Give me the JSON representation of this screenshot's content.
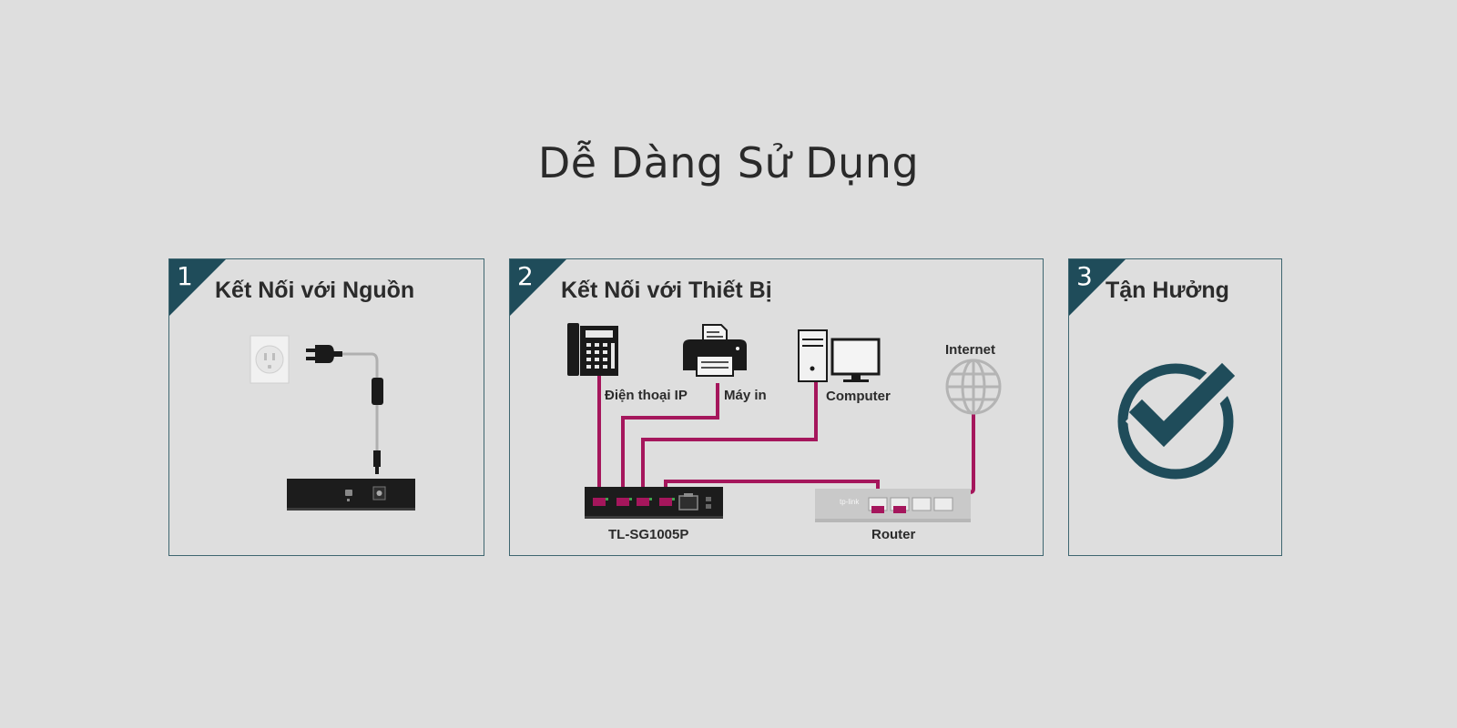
{
  "title": "Dễ Dàng Sử Dụng",
  "steps": [
    {
      "number": "1",
      "heading": "Kết Nối với Nguồn"
    },
    {
      "number": "2",
      "heading": "Kết Nối với Thiết Bị"
    },
    {
      "number": "3",
      "heading": "Tận Hưởng"
    }
  ],
  "devices": {
    "phone": "Điện thoại IP",
    "printer": "Máy in",
    "computer": "Computer",
    "internet": "Internet",
    "switch": "TL-SG1005P",
    "router": "Router",
    "router_logo": "tp-link"
  },
  "colors": {
    "accent": "#1f4c5a",
    "cable": "#a5165c",
    "background": "#dedede"
  }
}
